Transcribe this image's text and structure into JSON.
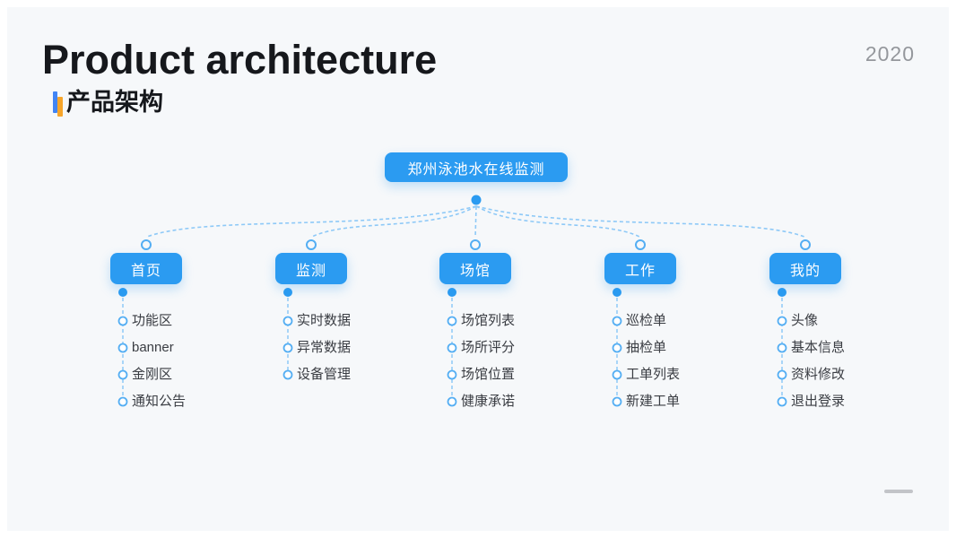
{
  "slide": {
    "title": "Product architecture",
    "subtitle": "产品架构",
    "year": "2020"
  },
  "tree": {
    "root": "郑州泳池水在线监测",
    "branches": [
      {
        "label": "首页",
        "children": [
          "功能区",
          "banner",
          "金刚区",
          "通知公告"
        ]
      },
      {
        "label": "监测",
        "children": [
          "实时数据",
          "异常数据",
          "设备管理"
        ]
      },
      {
        "label": "场馆",
        "children": [
          "场馆列表",
          "场所评分",
          "场馆位置",
          "健康承诺"
        ]
      },
      {
        "label": "工作",
        "children": [
          "巡检单",
          "抽检单",
          "工单列表",
          "新建工单"
        ]
      },
      {
        "label": "我的",
        "children": [
          "头像",
          "基本信息",
          "资料修改",
          "退出登录"
        ]
      }
    ]
  },
  "icons": {
    "solid_dot": "filled-circle-connector",
    "hollow_dot": "hollow-circle-connector"
  },
  "colors": {
    "accent_blue": "#2b9bf1",
    "connector_blue": "#8ec9f7",
    "circle_stroke_blue": "#54aef3",
    "title_text": "#16181c",
    "body_text": "#3a3d43",
    "muted_text": "#94979c",
    "slide_background": "#f6f8fa",
    "marker_blue": "#4285f4",
    "marker_orange": "#f7a52a",
    "footer_dash_gray": "#c2c4c8"
  }
}
